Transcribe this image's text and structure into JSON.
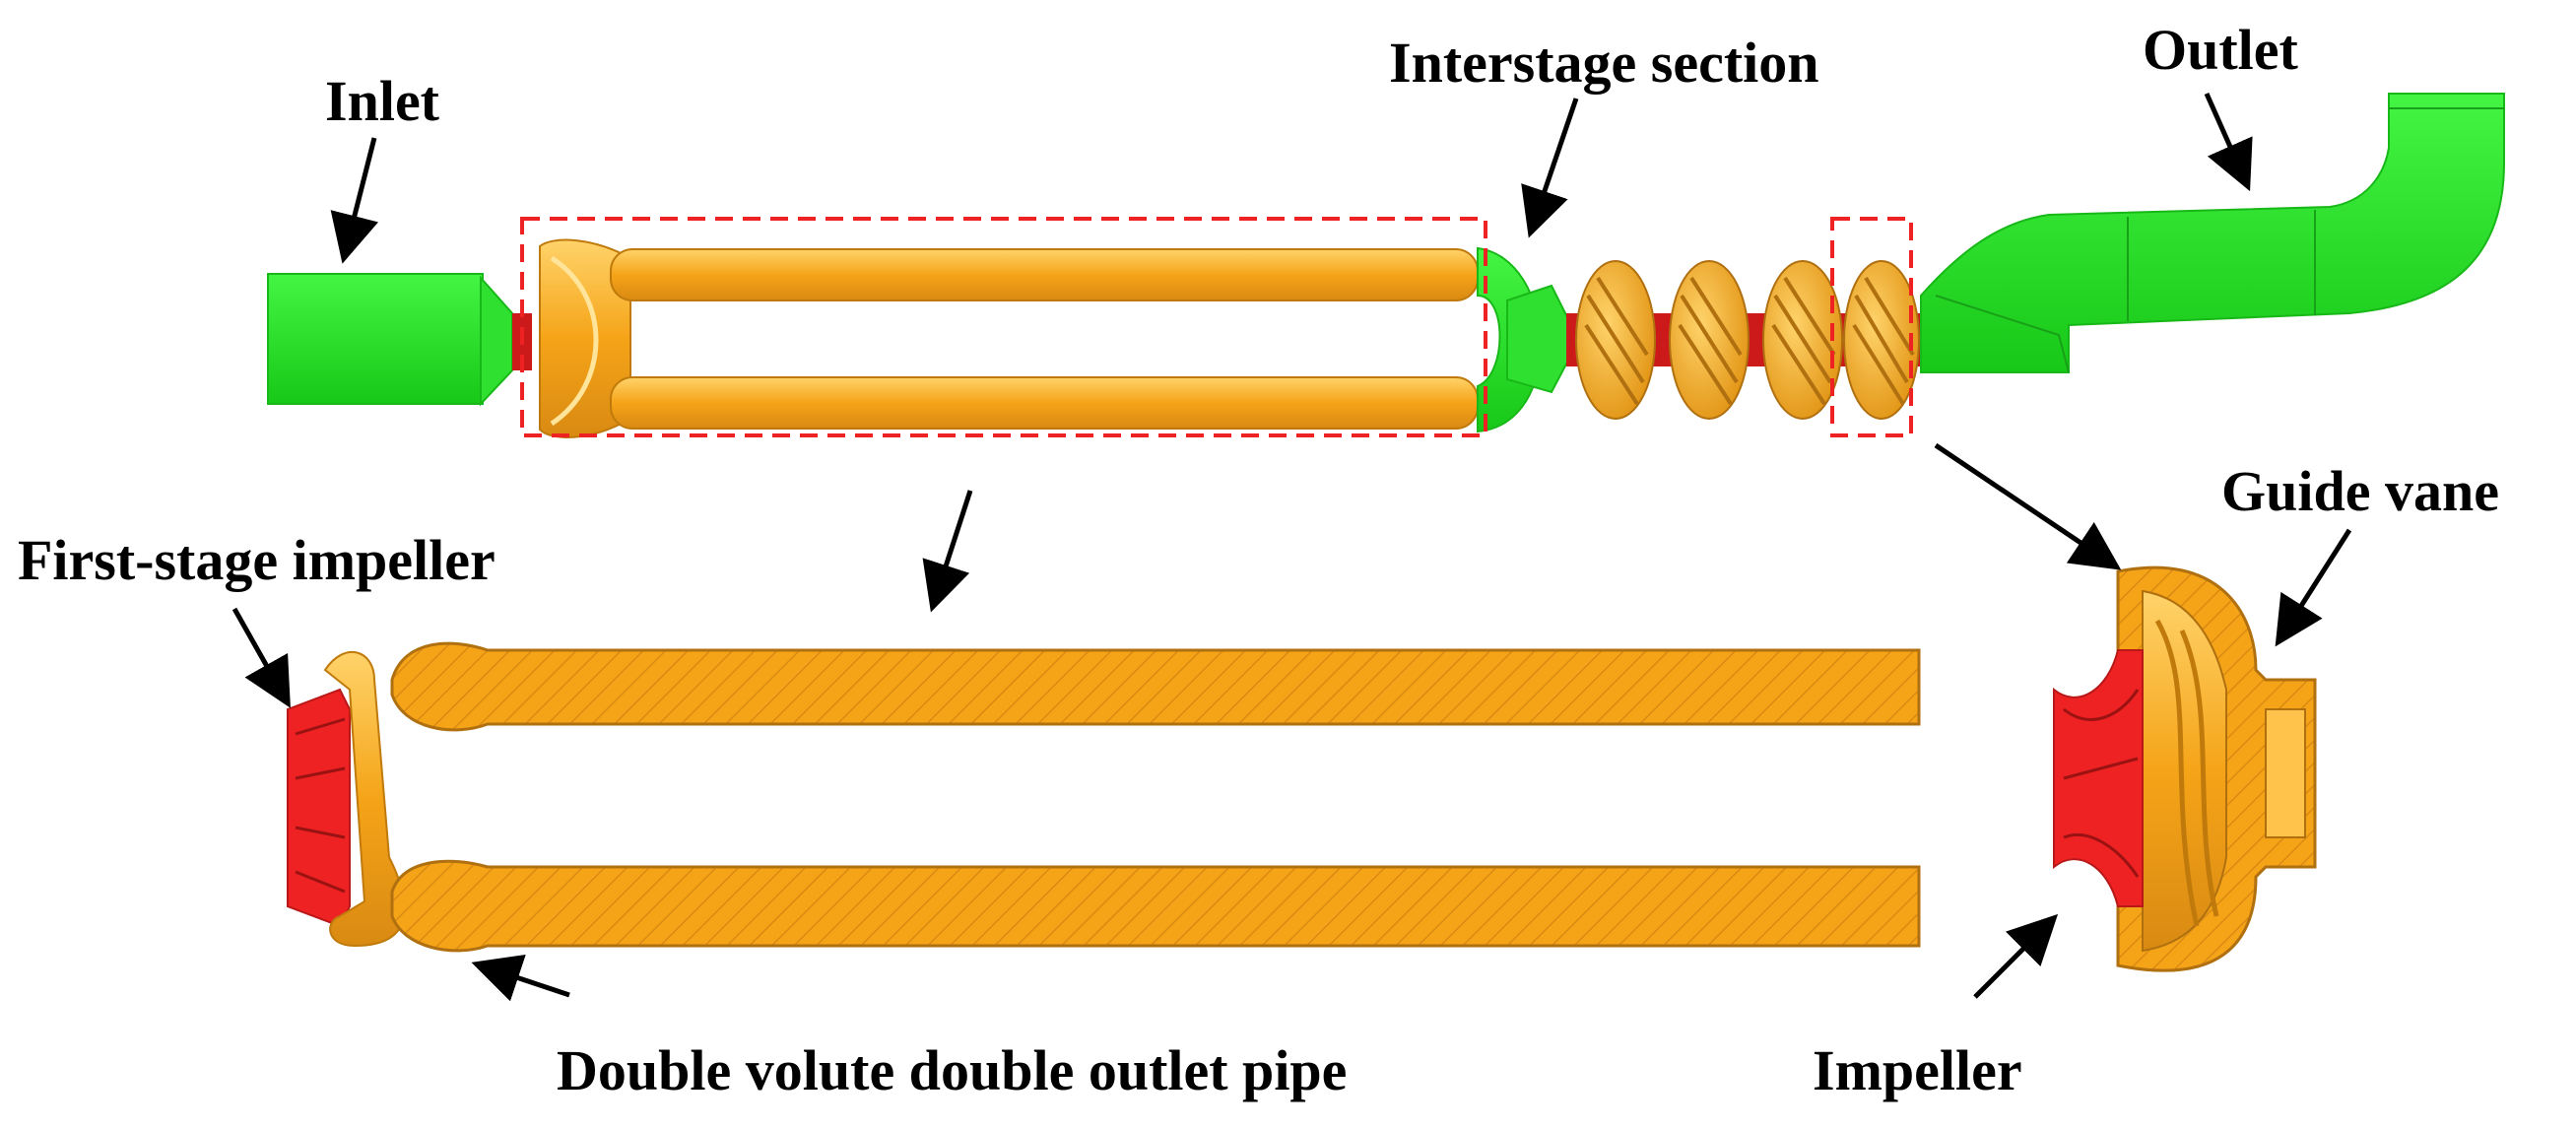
{
  "labels": {
    "inlet": "Inlet",
    "interstage_section": "Interstage section",
    "outlet": "Outlet",
    "guide_vane": "Guide vane",
    "first_stage_impeller": "First-stage impeller",
    "double_volute_double_outlet_pipe": "Double volute double outlet pipe",
    "impeller": "Impeller"
  },
  "colors": {
    "fluid_green": "#22ee22",
    "green_dark": "#18b818",
    "pipe_orange": "#f5a418",
    "pipe_light": "#ffd36a",
    "hatch_orange": "#d98a12",
    "impeller_red": "#ee2222",
    "impeller_dark": "#b81818",
    "highlight_box": "#ee2222",
    "arrow": "#000000"
  }
}
